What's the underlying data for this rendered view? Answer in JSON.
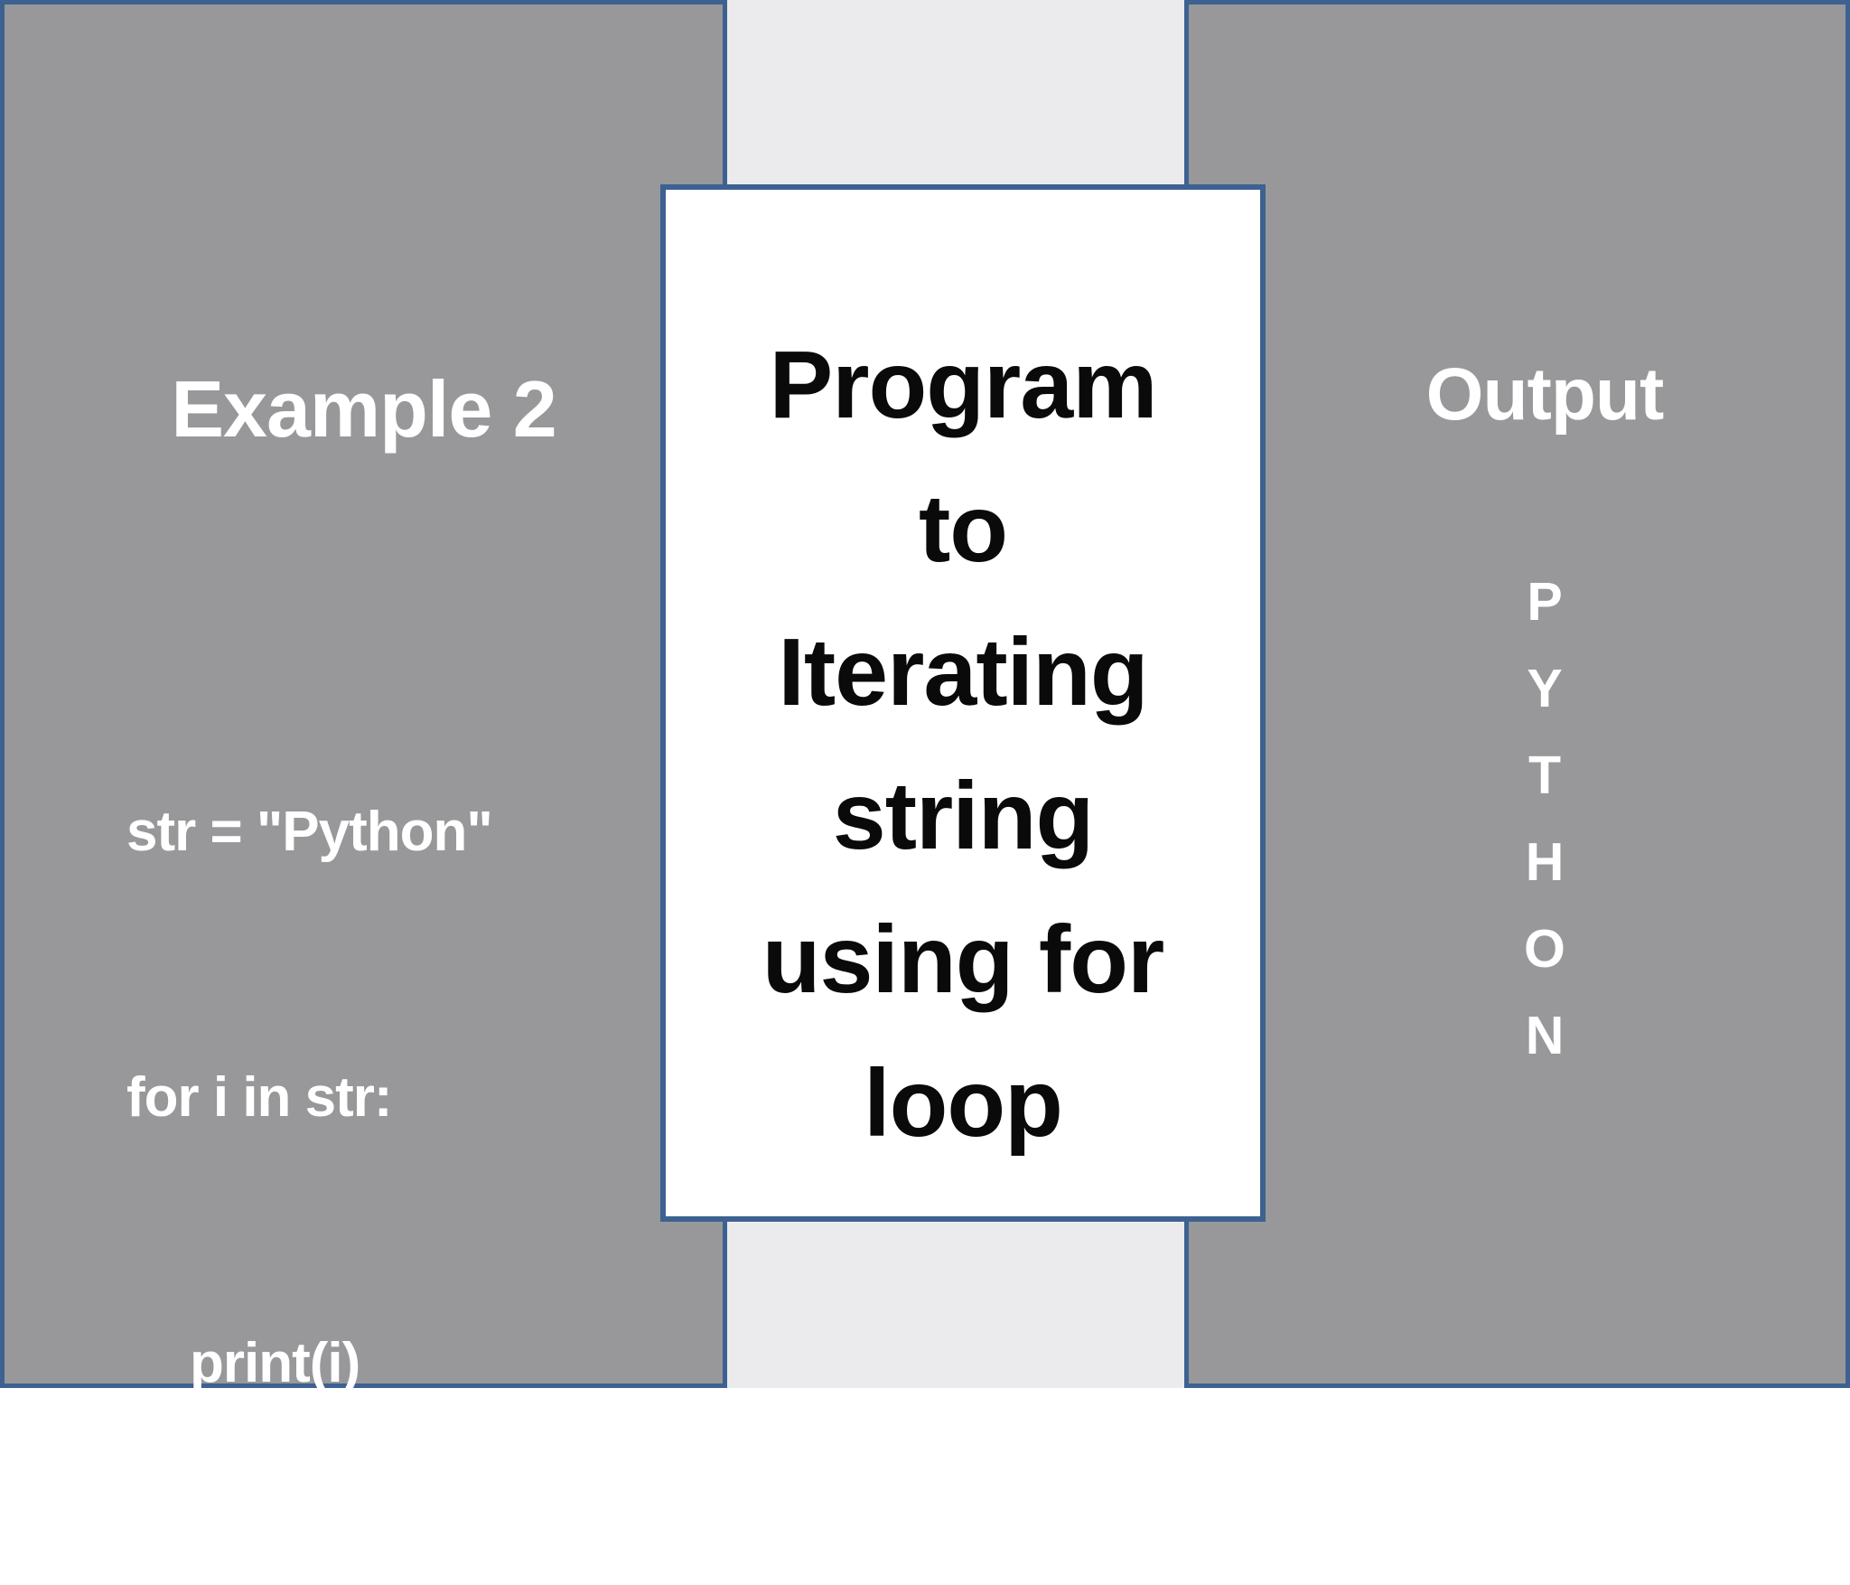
{
  "slide": {
    "left_panel": {
      "title": "Example 2",
      "code_lines": [
        "str = \"Python\"",
        "for i in str:",
        "print(i)"
      ]
    },
    "center_box": {
      "title_lines": [
        "Program",
        "to",
        "Iterating",
        "string",
        "using for",
        "loop"
      ]
    },
    "right_panel": {
      "title": "Output",
      "output_letters": [
        "P",
        "Y",
        "T",
        "H",
        "O",
        "N"
      ]
    },
    "colors": {
      "panel_gray": "#98989a",
      "strip_gray": "#ebebed",
      "border_blue": "#3d6191",
      "box_bg": "#ffffff",
      "panel_text": "#ffffff",
      "box_text": "#0a0a0a"
    }
  }
}
